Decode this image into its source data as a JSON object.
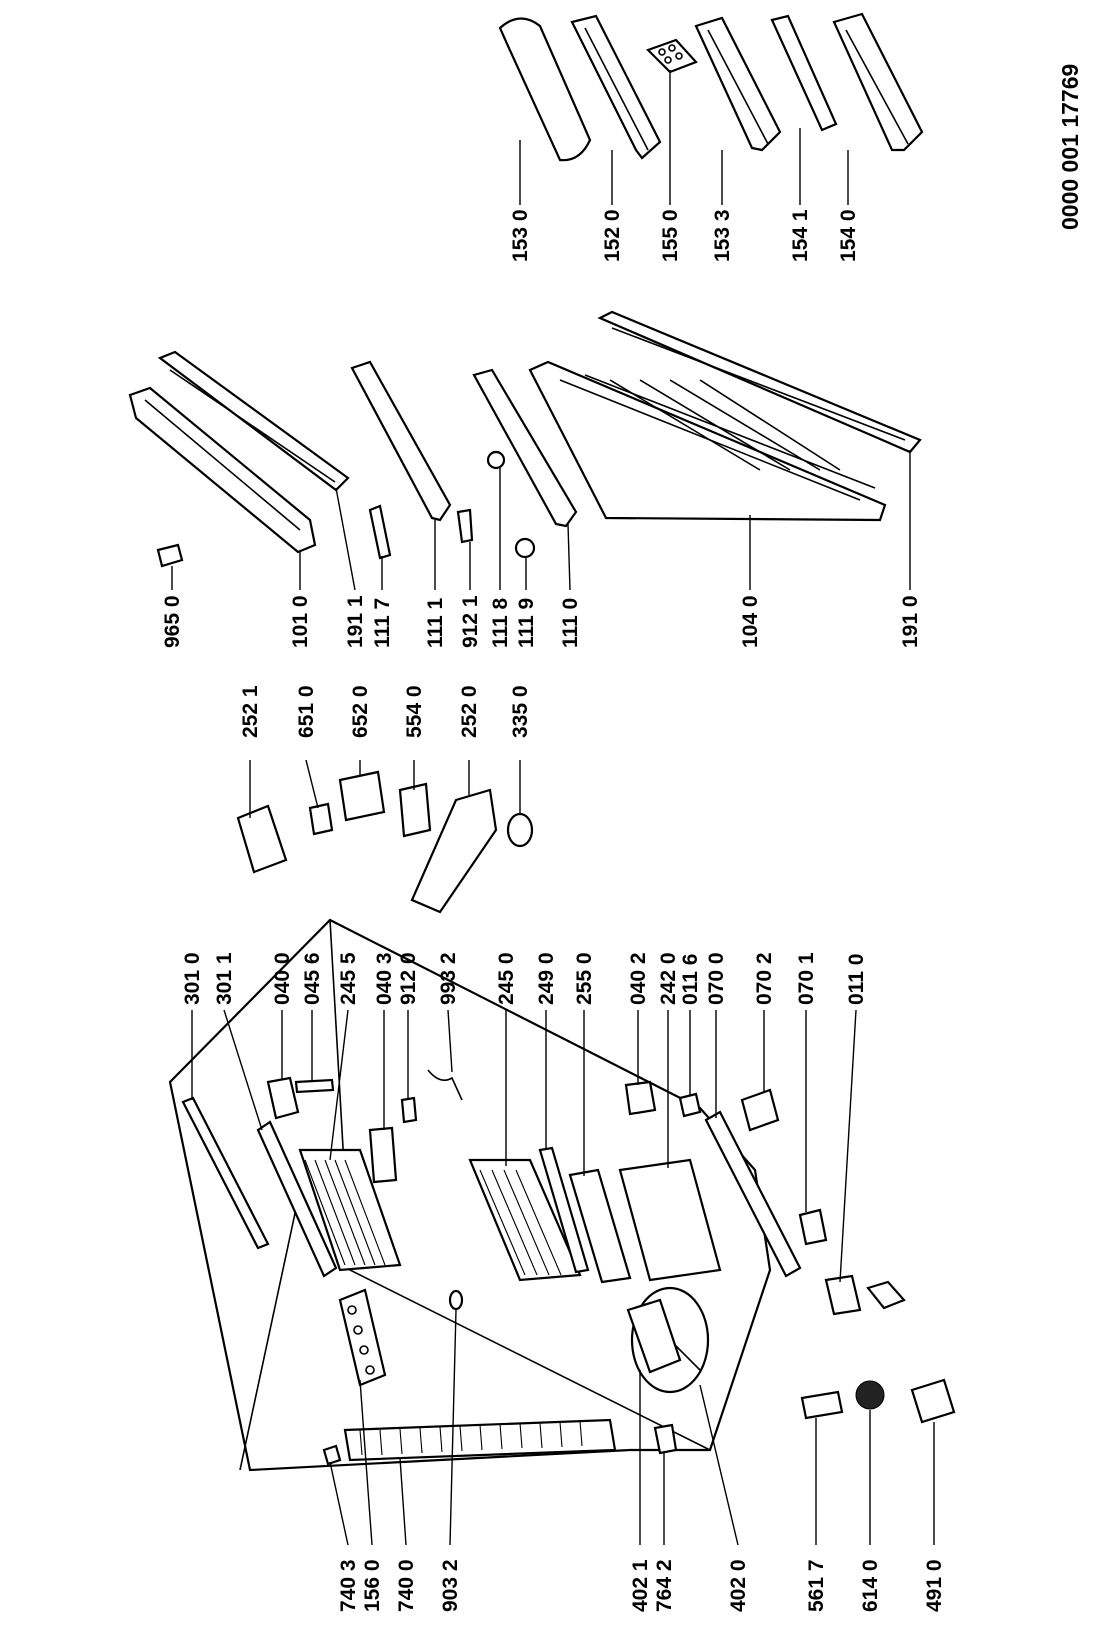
{
  "document_number": "0000 001 17769",
  "labels": {
    "p740_3": "740 3",
    "p156_0": "156 0",
    "p740_0": "740 0",
    "p903_2": "903 2",
    "p402_1": "402 1",
    "p764_2": "764 2",
    "p402_0": "402 0",
    "p561_7": "561 7",
    "p614_0": "614 0",
    "p491_0": "491 0",
    "p301_0": "301 0",
    "p301_1": "301 1",
    "p040_0": "040 0",
    "p045_6": "045 6",
    "p245_5": "245 5",
    "p040_3": "040 3",
    "p912_0": "912 0",
    "p993_2": "993 2",
    "p245_0": "245 0",
    "p249_0": "249 0",
    "p255_0": "255 0",
    "p040_2": "040 2",
    "p242_0": "242 0",
    "p011_6": "011 6",
    "p070_0": "070 0",
    "p070_2": "070 2",
    "p070_1": "070 1",
    "p011_0": "011 0",
    "p252_1": "252 1",
    "p651_0": "651 0",
    "p652_0": "652 0",
    "p554_0": "554 0",
    "p252_0": "252 0",
    "p335_0": "335 0",
    "p965_0": "965 0",
    "p101_0": "101 0",
    "p191_1": "191 1",
    "p111_7": "111 7",
    "p111_1": "111 1",
    "p912_1": "912 1",
    "p111_8": "111 8",
    "p111_9": "111 9",
    "p111_0": "111 0",
    "p104_0": "104 0",
    "p191_0": "191 0",
    "p153_0": "153 0",
    "p152_0": "152 0",
    "p155_0": "155 0",
    "p153_3": "153 3",
    "p154_1": "154 1",
    "p154_0": "154 0"
  }
}
